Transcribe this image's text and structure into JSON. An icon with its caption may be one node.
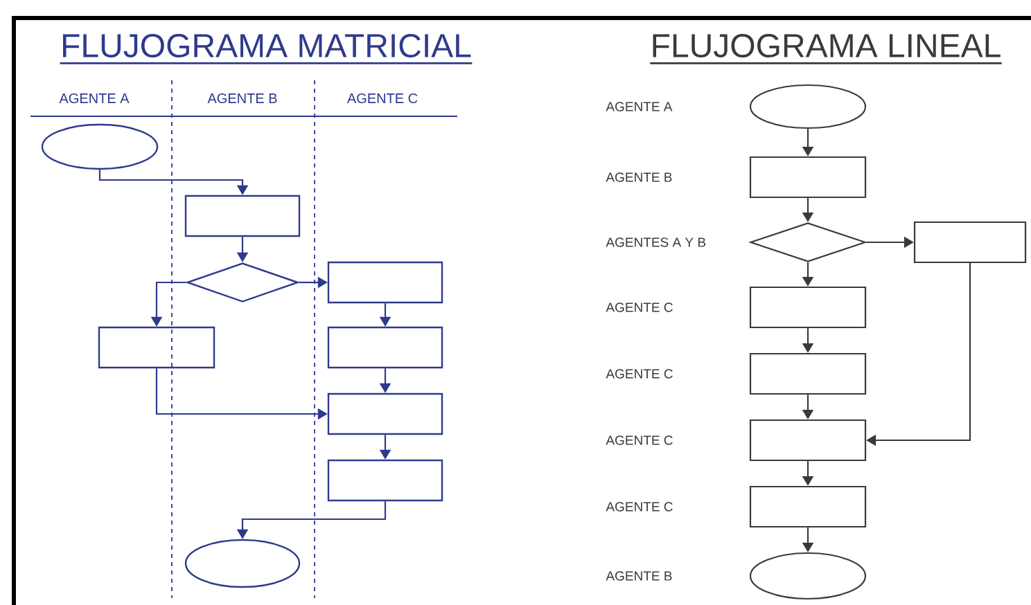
{
  "diagram": {
    "nodes": [
      {
        "text": [],
        "shape": "ellipse"
      },
      {
        "text": [],
        "shape": "box"
      },
      {
        "text": [],
        "shape": "diamond"
      },
      {
        "text": [],
        "shape": "box"
      },
      {
        "text": [],
        "shape": "box"
      },
      {
        "text": [],
        "shape": "box"
      },
      {
        "text": [],
        "shape": "box"
      },
      {
        "text": [],
        "shape": "box"
      },
      {
        "text": [],
        "shape": "ellipse"
      },
      {
        "text": [],
        "shape": "ellipse"
      },
      {
        "text": [],
        "shape": "box"
      },
      {
        "text": [],
        "shape": "diamond"
      },
      {
        "text": [],
        "shape": "box"
      },
      {
        "text": [],
        "shape": "box"
      },
      {
        "text": [],
        "shape": "box"
      },
      {
        "text": [],
        "shape": "box"
      },
      {
        "text": [],
        "shape": "box"
      },
      {
        "text": [],
        "shape": "ellipse"
      }
    ],
    "edges": [
      {
        "from": 0,
        "to": 1,
        "arrow": "to",
        "color": "#2e3a8c"
      },
      {
        "from": 1,
        "to": 2,
        "arrow": "to",
        "color": "#2e3a8c"
      },
      {
        "from": 2,
        "to": 3,
        "arrow": "to",
        "color": "#2e3a8c"
      },
      {
        "from": 2,
        "to": 4,
        "arrow": "to",
        "color": "#2e3a8c"
      },
      {
        "from": 3,
        "to": 5,
        "arrow": "to",
        "color": "#2e3a8c"
      },
      {
        "from": 4,
        "to": 6,
        "arrow": "to",
        "color": "#2e3a8c"
      },
      {
        "from": 5,
        "to": 6,
        "arrow": "to",
        "color": "#2e3a8c"
      },
      {
        "from": 6,
        "to": 7,
        "arrow": "to",
        "color": "#2e3a8c"
      },
      {
        "from": 7,
        "to": 8,
        "arrow": "to",
        "color": "#2e3a8c"
      },
      {
        "from": 9,
        "to": 10,
        "arrow": "to",
        "color": "#3a3a3a"
      },
      {
        "from": 10,
        "to": 11,
        "arrow": "to",
        "color": "#3a3a3a"
      },
      {
        "from": 11,
        "to": 12,
        "arrow": "to",
        "color": "#3a3a3a"
      },
      {
        "from": 11,
        "to": 13,
        "arrow": "to",
        "color": "#3a3a3a"
      },
      {
        "from": 13,
        "to": 14,
        "arrow": "to",
        "color": "#3a3a3a"
      },
      {
        "from": 14,
        "to": 15,
        "arrow": "to",
        "color": "#3a3a3a"
      },
      {
        "from": 12,
        "to": 15,
        "arrow": "to",
        "color": "#3a3a3a"
      },
      {
        "from": 15,
        "to": 16,
        "arrow": "to",
        "color": "#3a3a3a"
      },
      {
        "from": 16,
        "to": 17,
        "arrow": "to",
        "color": "#3a3a3a"
      }
    ],
    "labels": [
      "FLUJOGRAMA MATRICIAL",
      "AGENTE A",
      "AGENTE B",
      "AGENTE C",
      "FLUJOGRAMA LINEAL",
      "AGENTE A",
      "AGENTE B",
      "AGENTES A Y B",
      "AGENTE C",
      "AGENTE C",
      "AGENTE C",
      "AGENTE C",
      "AGENTE B"
    ]
  }
}
